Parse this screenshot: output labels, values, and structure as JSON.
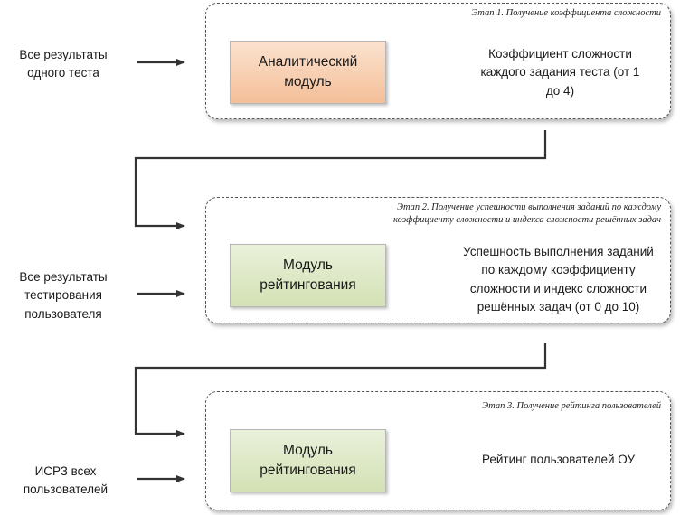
{
  "stages": [
    {
      "label": "Этап 1. Получение коэффициента сложности"
    },
    {
      "label": "Этап 2. Получение успешности выполнения заданий по каждому коэффициенту сложности и индекса сложности решённых задач"
    },
    {
      "label": "Этап 3. Получение рейтинга пользователей"
    }
  ],
  "inputs": [
    "Все результаты одного теста",
    "Все результаты тестирования пользователя",
    "ИСРЗ всех пользователей"
  ],
  "modules": [
    {
      "label": "Аналитический модуль",
      "color": "#f6c9a6"
    },
    {
      "label": "Модуль рейтингования",
      "color": "#d7e4bd"
    },
    {
      "label": "Модуль рейтингования",
      "color": "#d7e4bd"
    }
  ],
  "outputs": [
    "Коэффициент сложности каждого задания теста (от 1 до 4)",
    "Успешность выполнения заданий по каждому коэффициенту сложности и индекс сложности решённых задач (от 0 до 10)",
    "Рейтинг пользователей ОУ"
  ]
}
